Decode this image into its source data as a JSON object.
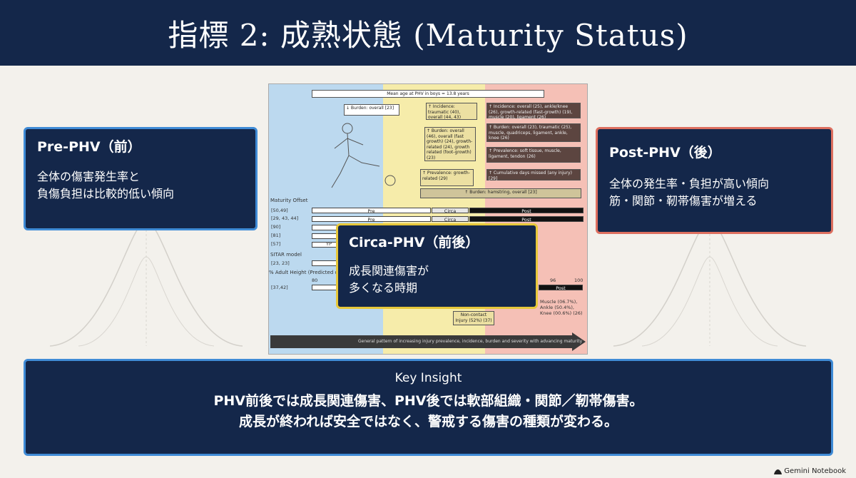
{
  "title": "指標 2: 成熟状態 (Maturity Status)",
  "pre": {
    "heading": "Pre-PHV（前）",
    "lines": [
      "全体の傷害発生率と",
      "負傷負担は比較的低い傾向"
    ]
  },
  "post": {
    "heading": "Post-PHV（後）",
    "lines": [
      "全体の発生率・負担が高い傾向",
      "筋・関節・靭帯傷害が増える"
    ]
  },
  "circa": {
    "heading": "Circa-PHV（前後）",
    "lines": [
      "成長関連傷害が",
      "多くなる時期"
    ]
  },
  "insight": {
    "label": "Key Insight",
    "lines": [
      "PHV前後では成長関連傷害、PHV後では軟部組織・関節／靭帯傷害。",
      "成長が終われば安全ではなく、警戒する傷害の種類が変わる。"
    ]
  },
  "figure": {
    "mean_age": "Mean age at PHV in boys = 13.8 years",
    "burden_pre": "↓ Burden: overall [23]",
    "incidence_circa": "↑ Incidence: traumatic (40), overall (44, 43)",
    "burden_circa": "↑ Burden: overall (46), overall (fast growth) (24), growth-related (24), growth related (foot-growth) (23)",
    "prevalence_circa": "↑ Prevalence: growth-related (29)",
    "incidence_post": "↑ Incidence: overall (25), ankle/knee (26), growth-related (fast-growth) (19), muscle (20), ligament (26)",
    "burden_post": "↑ Burden: overall (23), traumatic (25), muscle, quadriceps, ligament, ankle, knee (26)",
    "prevalence_post": "↑ Prevalence: soft tissue, muscle, ligament, tendon (26)",
    "cumulative": "↑ Cumulative days missed (any injury) [29]",
    "burden_hamstring": "↑ Burden: hamstring, overall [23]",
    "maturity_offset": "Maturity Offset",
    "refs": [
      "[50,49]",
      "[29, 43, 44]",
      "[90]",
      "[81]",
      "[57]"
    ],
    "pre_label": "Pre",
    "circa_label": "Circa",
    "post_label": "Post",
    "yp": "YP",
    "sitar": "SITAR model",
    "sitar_ref": "[23, 23]",
    "adult_height": "% Adult Height (Predicted or Ob",
    "adult_ref": "[37,42]",
    "tick80": "80",
    "tick96": "96",
    "tick100": "100",
    "post_small": "Post",
    "noncontact": "Non-contact Injury (52%) (37)",
    "muscle_note": "Muscle (06.7%), Ankle (50.4%), Knee (00.6%) (26)",
    "arrow_text": "General pattern of increasing injury prevalence, incidence, burden and severity with advancing maturity"
  },
  "footer": "Gemini Notebook",
  "colors": {
    "navy": "#14274a",
    "blue_border": "#3f8bd6",
    "red_border": "#dd6f5f",
    "yellow_border": "#e7c83a",
    "zone_blue": "#bcd9ef",
    "zone_yellow": "#f6ecaa",
    "zone_red": "#f5c0b6"
  }
}
